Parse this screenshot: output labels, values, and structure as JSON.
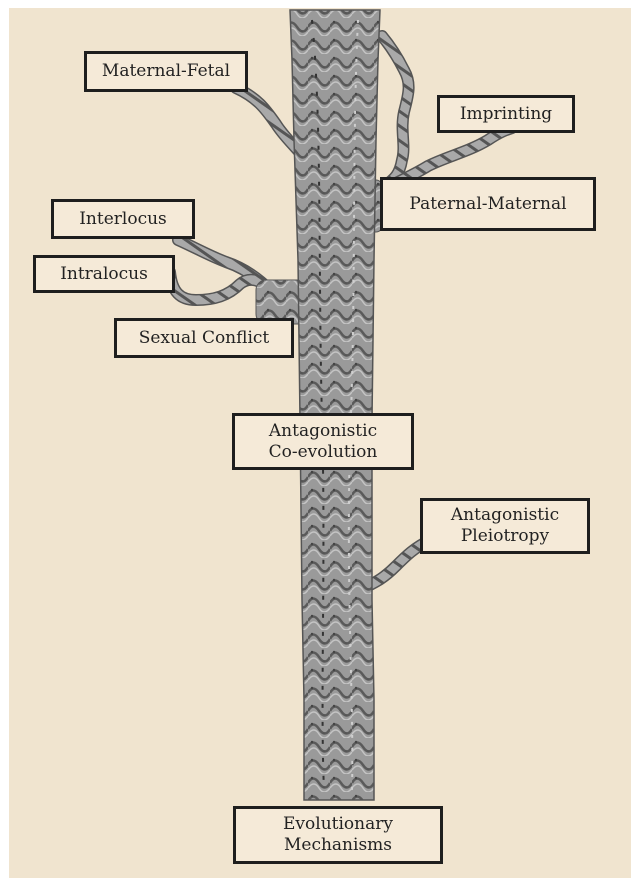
{
  "diagram": {
    "labels": {
      "maternal_fetal": "Maternal-Fetal",
      "imprinting": "Imprinting",
      "paternal_maternal": "Paternal-Maternal",
      "interlocus": "Interlocus",
      "intralocus": "Intralocus",
      "sexual_conflict": "Sexual Conflict",
      "antagonistic_coevolution": [
        "Antagonistic",
        "Co-evolution"
      ],
      "antagonistic_pleiotropy": [
        "Antagonistic",
        "Pleiotropy"
      ],
      "evolutionary_mechanisms": [
        "Evolutionary",
        "Mechanisms"
      ]
    },
    "colors": {
      "background": "#f0e4cf",
      "trunk": "#8c8c8c",
      "border": "#1e1e1e"
    }
  }
}
